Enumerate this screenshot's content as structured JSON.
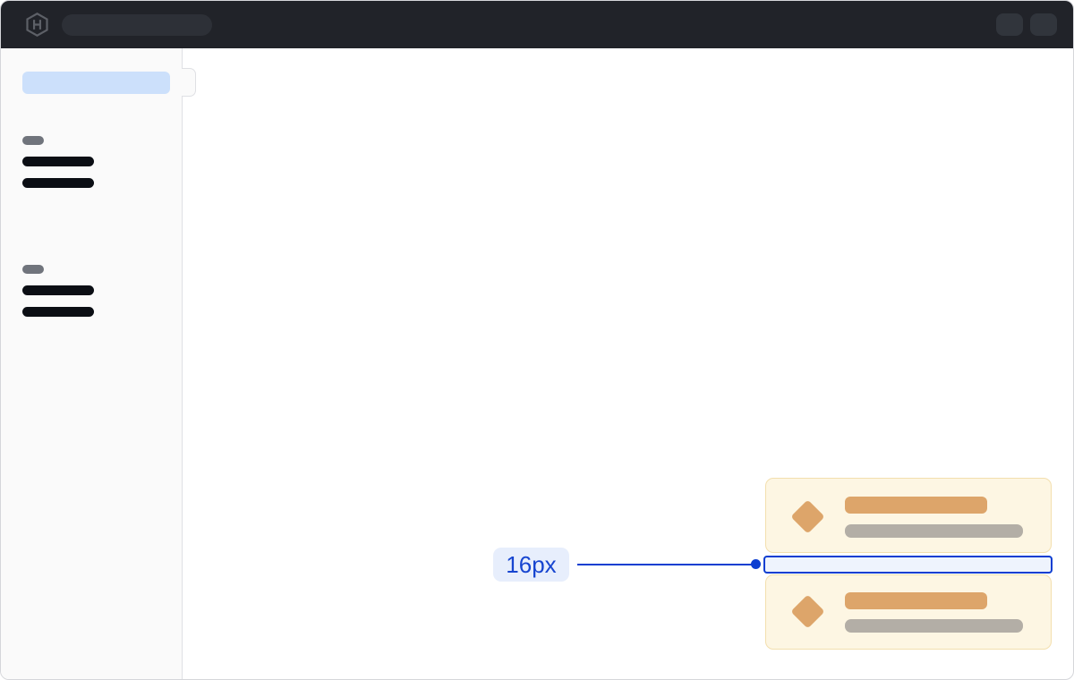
{
  "annotation": {
    "label": "16px"
  },
  "icons": {
    "logo": "hashicorp-hexagon-h-logo",
    "card_bullet": "diamond-icon"
  },
  "header": {
    "search_placeholder": "",
    "action_placeholders": 2
  },
  "sidebar": {
    "active_item_placeholder": "",
    "groups": [
      {
        "label_placeholder": "",
        "item_placeholders": 2
      },
      {
        "label_placeholder": "",
        "item_placeholders": 2
      }
    ]
  },
  "cards": [
    {
      "title_placeholder": "",
      "subtitle_placeholder": ""
    },
    {
      "title_placeholder": "",
      "subtitle_placeholder": ""
    }
  ],
  "colors": {
    "window_border": "#d5d6da",
    "header_bg": "#212329",
    "header_pill": "#2d3037",
    "header_action": "#31353c",
    "logo_gray": "#5d6067",
    "sidebar_bg": "#fafafa",
    "sidebar_border": "#dfe0e4",
    "sidebar_active": "#cce0fb",
    "sidebar_label": "#70747c",
    "skeleton_dark": "#0b0e14",
    "card_bg": "#fdf6e3",
    "card_border": "#f3dfae",
    "card_accent": "#dda56a",
    "card_muted": "#b3aea6",
    "annotation_blue": "#0c3ed1",
    "annotation_label_bg": "#e7eefc",
    "annotation_label_text": "#1745d0",
    "annotation_rect_fill": "#eef3fd",
    "main_bg": "#ffffff"
  }
}
